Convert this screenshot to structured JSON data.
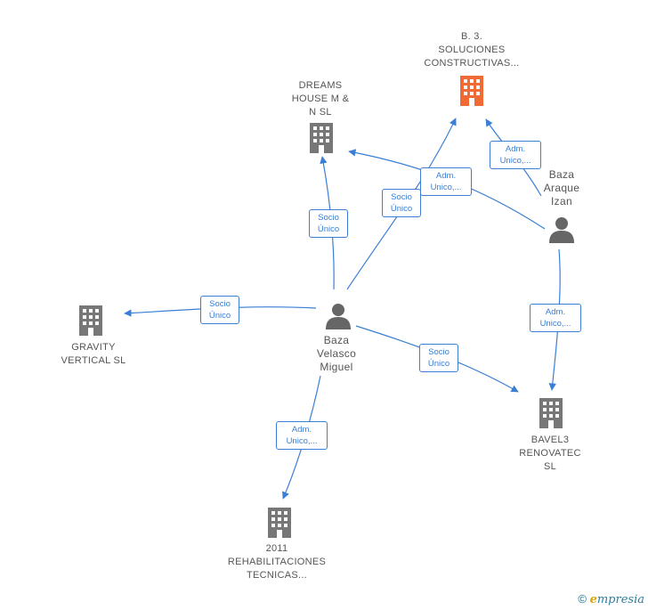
{
  "nodes": {
    "b3": {
      "label": "B. 3.\nSOLUCIONES\nCONSTRUCTIVAS...",
      "type": "company",
      "highlight": true
    },
    "dreams": {
      "label": "DREAMS\nHOUSE M &\nN SL",
      "type": "company"
    },
    "gravity": {
      "label": "GRAVITY\nVERTICAL SL",
      "type": "company"
    },
    "bavel3": {
      "label": "BAVEL3\nRENOVATEC\nSL",
      "type": "company"
    },
    "rehab": {
      "label": "2011\nREHABILITACIONES\nTECNICAS...",
      "type": "company"
    },
    "miguel": {
      "label": "Baza\nVelasco\nMiguel",
      "type": "person"
    },
    "izan": {
      "label": "Baza\nAraque\nIzan",
      "type": "person"
    }
  },
  "edges": [
    {
      "id": "e1",
      "label": "Socio\nÚnico"
    },
    {
      "id": "e2",
      "label": "Socio\nÚnico"
    },
    {
      "id": "e3",
      "label": "Socio\nÚnico"
    },
    {
      "id": "e4",
      "label": "Socio\nÚnico"
    },
    {
      "id": "e5",
      "label": "Adm.\nUnico,..."
    },
    {
      "id": "e6",
      "label": "Adm.\nUnico,..."
    },
    {
      "id": "e7",
      "label": "Adm.\nUnico,..."
    },
    {
      "id": "e8",
      "label": "Adm.\nUnico,..."
    }
  ],
  "colors": {
    "edge": "#3a7fd5",
    "company": "#777777",
    "highlight": "#f06a35",
    "person": "#666666"
  },
  "footer": {
    "copyright": "©",
    "brand_initial": "e",
    "brand_rest": "mpresia"
  }
}
